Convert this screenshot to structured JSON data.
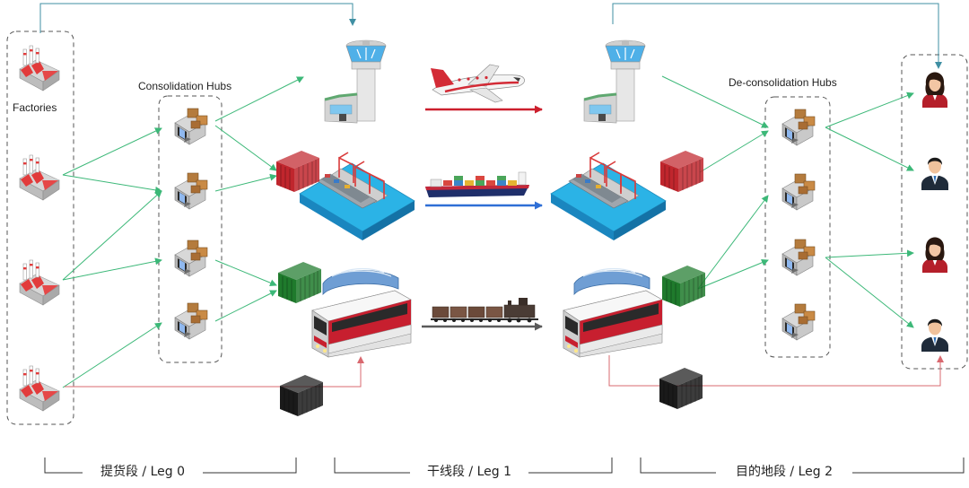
{
  "labels": {
    "factories": "Factories",
    "consolidation_hubs": "Consolidation Hubs",
    "deconsolidation_hubs": "De-consolidation Hubs"
  },
  "legs": {
    "leg0": "提货段 / Leg 0",
    "leg1": "干线段 / Leg 1",
    "leg2": "目的地段 / Leg 2"
  },
  "colors": {
    "green_flow": "#3cb878",
    "air_flow": "#cc1f2d",
    "sea_flow": "#2f6fd6",
    "rail_flow": "#5a5a5a",
    "direct_flow": "#d9686f",
    "top_route": "#3f8fa3",
    "red_container": "#c0262d",
    "green_container": "#1f7a2c",
    "black_container": "#1a1a1a",
    "water": "#2bb3e6"
  },
  "icons": {
    "factory": "factory-icon",
    "hub": "warehouse-hub-icon",
    "tower": "control-tower-icon",
    "airplane": "airplane-icon",
    "port": "container-port-icon",
    "cargo_ship": "cargo-ship-icon",
    "station": "train-station-icon",
    "freight_train": "freight-train-icon",
    "container": "shipping-container-icon",
    "customer": "customer-person-icon"
  }
}
